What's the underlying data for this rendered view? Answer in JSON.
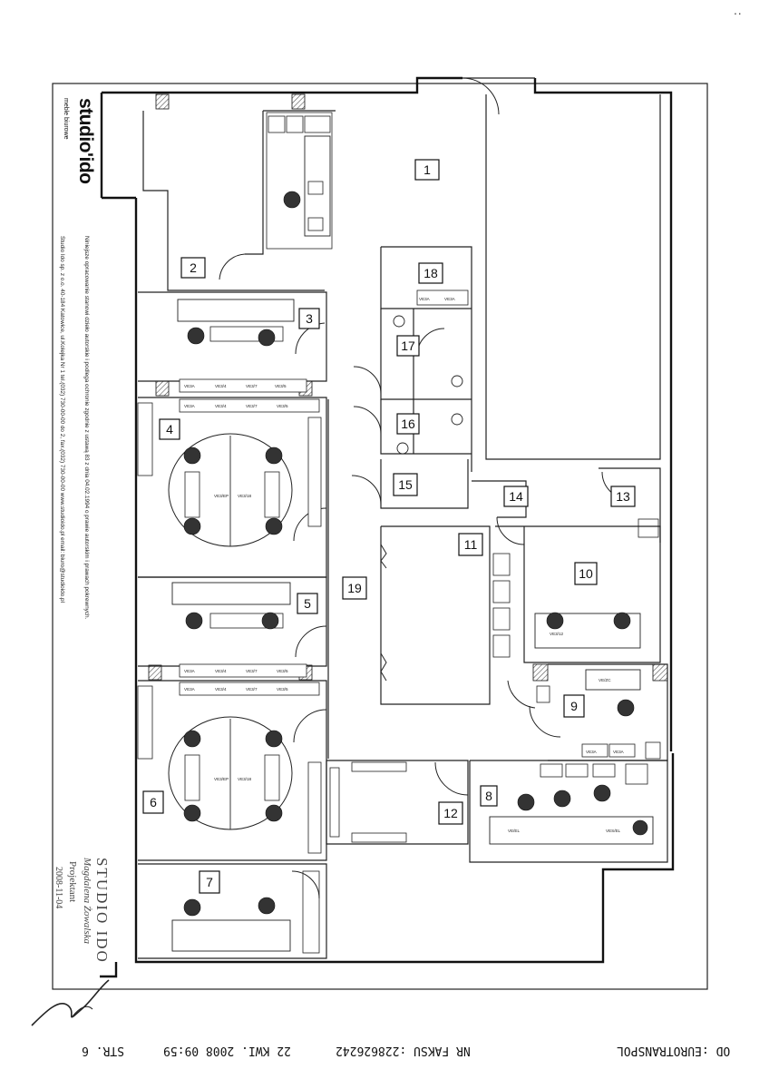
{
  "header": {
    "logo_text": "studio'ido",
    "logo_subtitle": "meble biurowe"
  },
  "side_notes": {
    "line1": "Niniejsze opracowanie stanowi dzieło autorskie i podlega ochronie zgodnie z ustawą 83 z dnia 04.02.1994 o prawie autorskim i prawach pokrewnych.",
    "line2": "Studio Ido sp. z o.o. 40-184 Katowice, ul.Kolejka Nr 1 tel.(032) 730-00-00 do 2, fax.(032) 730-00-00 www.studioido.pl email: biuro@studioido.pl"
  },
  "stamp": {
    "company": "STUDIO IDO",
    "name": "Magdalena Żowalska",
    "role": "Projektant",
    "date": "2008-11-04"
  },
  "fax_footer": {
    "from": "OD :EUROTRANSPOL",
    "fax_no": "NR FAKSU :228626242",
    "datetime": "22 KWI. 2008 09:59",
    "page": "STR. 6"
  },
  "corner_mark": "··",
  "rooms": [
    {
      "num": "1"
    },
    {
      "num": "2"
    },
    {
      "num": "3"
    },
    {
      "num": "4"
    },
    {
      "num": "5"
    },
    {
      "num": "6"
    },
    {
      "num": "7"
    },
    {
      "num": "8"
    },
    {
      "num": "9"
    },
    {
      "num": "10"
    },
    {
      "num": "11"
    },
    {
      "num": "12"
    },
    {
      "num": "13"
    },
    {
      "num": "14"
    },
    {
      "num": "15"
    },
    {
      "num": "16"
    },
    {
      "num": "17"
    },
    {
      "num": "18"
    },
    {
      "num": "19"
    }
  ],
  "furniture_labels": {
    "cab_a": "VE3A",
    "cab_b": "VE3/4",
    "cab_c": "VE3/7",
    "cab_d": "VE3/5",
    "desk_a": "VE3/EP",
    "desk_b": "VE/EL",
    "desk_c": "VE/ZC",
    "desk_d": "VES/EL",
    "desk_e": "VE3/18",
    "desk_f": "VE3/12"
  },
  "colors": {
    "wall": "#111111",
    "chair": "#333333",
    "hatch": "#777777"
  }
}
